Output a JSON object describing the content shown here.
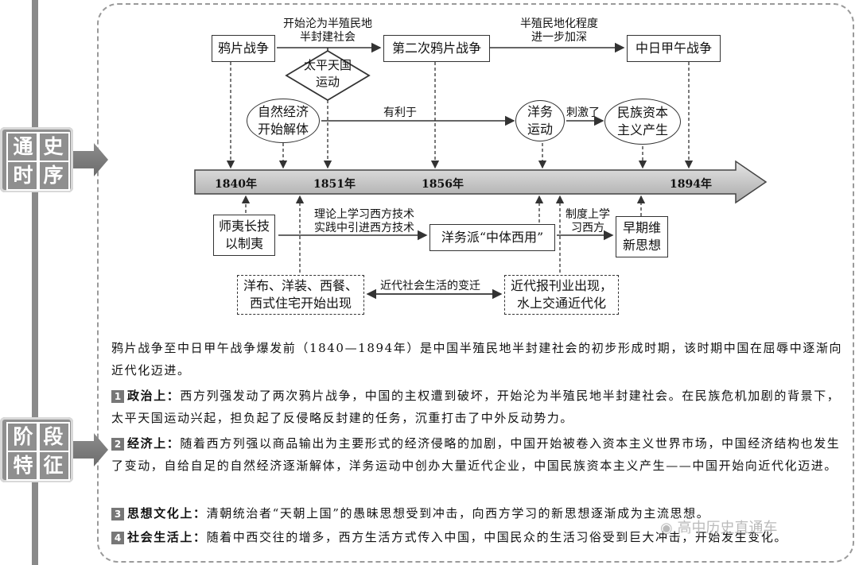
{
  "side": {
    "tab1": [
      "通",
      "史",
      "时",
      "序"
    ],
    "tab2": [
      "阶",
      "段",
      "特",
      "征"
    ]
  },
  "events": {
    "opium_war": "鸦片战争",
    "second_opium_war": "第二次鸦片战争",
    "sino_japanese_war": "中日甲午战争",
    "taiping": "太平天国运动",
    "natural_economy": "自然经济开始解体",
    "westernization": "洋务运动",
    "national_capitalism": "民族资本主义产生",
    "shiyi": "师夷长技以制夷",
    "zhongti": "洋务派“中体西用”",
    "early_reform": "早期维新思想",
    "western_goods": "洋布、洋装、西餐、西式住宅开始出现",
    "newspapers": "近代报刊业出现，水上交通近代化"
  },
  "labels": {
    "semi_colonial": "开始沦为半殖民地半封建社会",
    "deepened": "半殖民地化程度进一步加深",
    "beneficial": "有利于",
    "stimulated": "刺激了",
    "theory_learn": "理论上学习西方技术",
    "practice_learn": "实践中引进西方技术",
    "system_learn": "制度上学习西方",
    "social_change": "近代社会生活的变迁"
  },
  "years": [
    "1840年",
    "1851年",
    "1856年",
    "1894年"
  ],
  "text": {
    "intro": "鸦片战争至中日甲午战争爆发前（1840—1894年）是中国半殖民地半封建社会的初步形成时期，该时期中国在屈辱中逐渐向近代化迈进。",
    "items": [
      {
        "num": "1",
        "head": "政治上：",
        "body": "西方列强发动了两次鸦片战争，中国的主权遭到破坏，开始沦为半殖民地半封建社会。在民族危机加剧的背景下，太平天国运动兴起，担负起了反侵略反封建的任务，沉重打击了中外反动势力。"
      },
      {
        "num": "2",
        "head": "经济上：",
        "body": "随着西方列强以商品输出为主要形式的经济侵略的加剧，中国开始被卷入资本主义世界市场，中国经济结构也发生了变动，自给自足的自然经济逐渐解体，洋务运动中创办大量近代企业，中国民族资本主义产生——中国开始向近代化迈进。"
      },
      {
        "num": "3",
        "head": "思想文化上：",
        "body": "清朝统治者“天朝上国”的愚昧思想受到冲击，向西方学习的新思想逐渐成为主流思想。"
      },
      {
        "num": "4",
        "head": "社会生活上：",
        "body": "随着中西交往的增多，西方生活方式传入中国，中国民众的生活习俗受到巨大冲击，开始发生变化。"
      }
    ]
  },
  "watermark": "高中历史直通车"
}
